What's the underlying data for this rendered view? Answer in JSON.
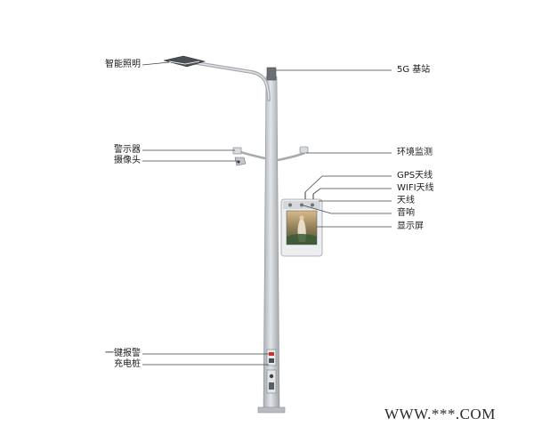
{
  "labels": {
    "smart_lighting": "智能照明",
    "alarm": "警示器",
    "camera": "摄像头",
    "sos": "一键报警",
    "charger": "充电桩",
    "base_5g": "5G 基站",
    "env_monitor": "环境监测",
    "gps_antenna": "GPS天线",
    "wifi_antenna": "WIFI天线",
    "antenna": "天线",
    "speaker": "音响",
    "display": "显示屏"
  },
  "watermark": "WWW.***.COM",
  "colors": {
    "pole": "#c9ccd0",
    "pole_shade": "#9ea3a8",
    "leader": "#444444",
    "screen_frame": "#e4e6e8"
  }
}
